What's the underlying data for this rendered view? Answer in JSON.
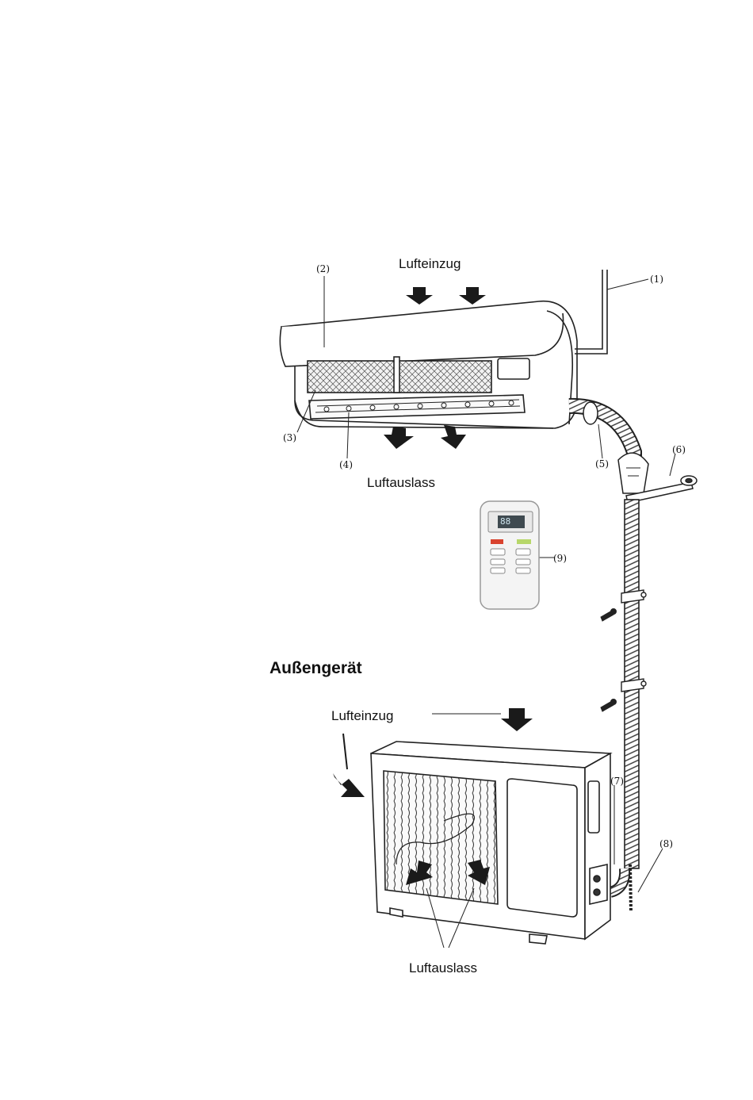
{
  "indoor": {
    "air_in_label": "Lufteinzug",
    "air_out_label": "Luftauslass"
  },
  "outdoor": {
    "heading": "Außengerät",
    "air_in_label": "Lufteinzug",
    "air_out_label": "Luftauslass"
  },
  "callouts": {
    "c1": "(1)",
    "c2": "(2)",
    "c3": "(3)",
    "c4": "(4)",
    "c5": "(5)",
    "c6": "(6)",
    "c7": "(7)",
    "c8": "(8)",
    "c9": "(9)"
  },
  "remote": {
    "display_text": "88"
  },
  "colors": {
    "line": "#222222",
    "arrow": "#1a1a1a",
    "remote_red": "#d9432f",
    "remote_green": "#b7d76a",
    "remote_display": "#3f4a50"
  }
}
